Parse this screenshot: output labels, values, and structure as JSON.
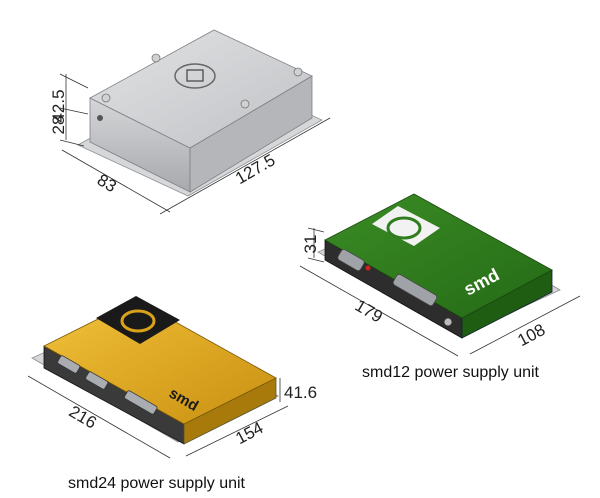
{
  "units": {
    "gray": {
      "dims": {
        "height_total": "42.5",
        "height_body": "28",
        "depth": "83",
        "length": "127.5"
      }
    },
    "smd12": {
      "caption": "smd12 power supply unit",
      "brand": "smd",
      "dims": {
        "height": "31",
        "length": "179",
        "depth": "108"
      }
    },
    "smd24": {
      "caption": "smd24 power supply unit",
      "brand": "smd",
      "dims": {
        "height": "41.6",
        "length": "216",
        "depth": "154"
      }
    }
  },
  "colors": {
    "gray_unit": "#c9cacc",
    "smd12_green": "#2f7d1e",
    "smd24_gold": "#d9a21a",
    "flange": "#d7d8da"
  }
}
